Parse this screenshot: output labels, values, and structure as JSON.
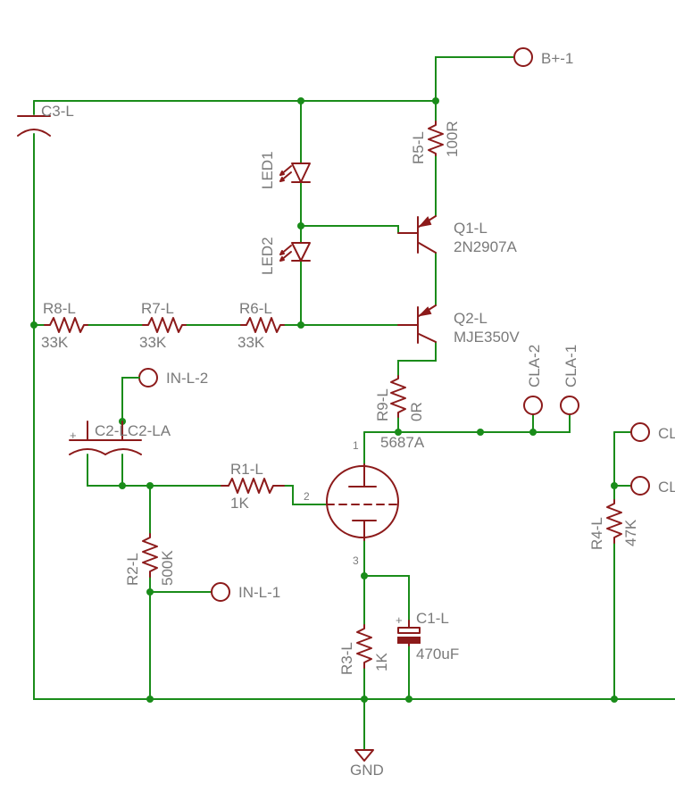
{
  "labels": {
    "bplus": "B+-1",
    "c3": "C3-L",
    "led1": "LED1",
    "led2": "LED2",
    "r5": "R5-L",
    "r5v": "100R",
    "q1": "Q1-L",
    "q1v": "2N2907A",
    "q2": "Q2-L",
    "q2v": "MJE350V",
    "r8": "R8-L",
    "r8v": "33K",
    "r7": "R7-L",
    "r7v": "33K",
    "r6": "R6-L",
    "r6v": "33K",
    "inl2": "IN-L-2",
    "c2": "C2-LC2-LA",
    "r9": "R9-L",
    "r9v": "0R",
    "cla2": "CLA-2",
    "cla1": "CLA-1",
    "tube": "5687A",
    "r1": "R1-L",
    "r1v": "1K",
    "r2": "R2-L",
    "r2v": "500K",
    "inl1": "IN-L-1",
    "r3": "R3-L",
    "r3v": "1K",
    "c1": "C1-L",
    "c1v": "470uF",
    "r4": "R4-L",
    "r4v": "47K",
    "gnd": "GND",
    "clb1": "CL",
    "clb2": "CL",
    "pin1": "1",
    "pin2": "2",
    "pin3": "3",
    "plus_c2": "+",
    "plus_c1": "+"
  }
}
